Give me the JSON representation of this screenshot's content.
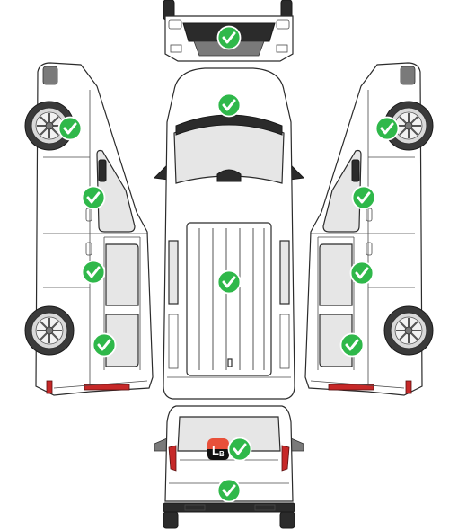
{
  "colors": {
    "check": "#2fb84a",
    "outline": "#2b2b2b",
    "lamp": "#c62828",
    "badge_accent": "#e8503a"
  },
  "icon": "green-check-icon",
  "logo": {
    "letters": "LB"
  },
  "inspection": {
    "front": {
      "status": "checked"
    },
    "roof_hood": {
      "status": "checked"
    },
    "roof_rear": {
      "status": "checked"
    },
    "left_front_wheel": {
      "status": "checked"
    },
    "left_front_door": {
      "status": "checked"
    },
    "left_slide_door": {
      "status": "checked"
    },
    "left_rear": {
      "status": "checked"
    },
    "right_front_wheel": {
      "status": "checked"
    },
    "right_front_door": {
      "status": "checked"
    },
    "right_slide_door": {
      "status": "checked"
    },
    "right_rear": {
      "status": "checked"
    },
    "rear_window": {
      "status": "checked"
    },
    "rear_bumper": {
      "status": "checked"
    }
  }
}
